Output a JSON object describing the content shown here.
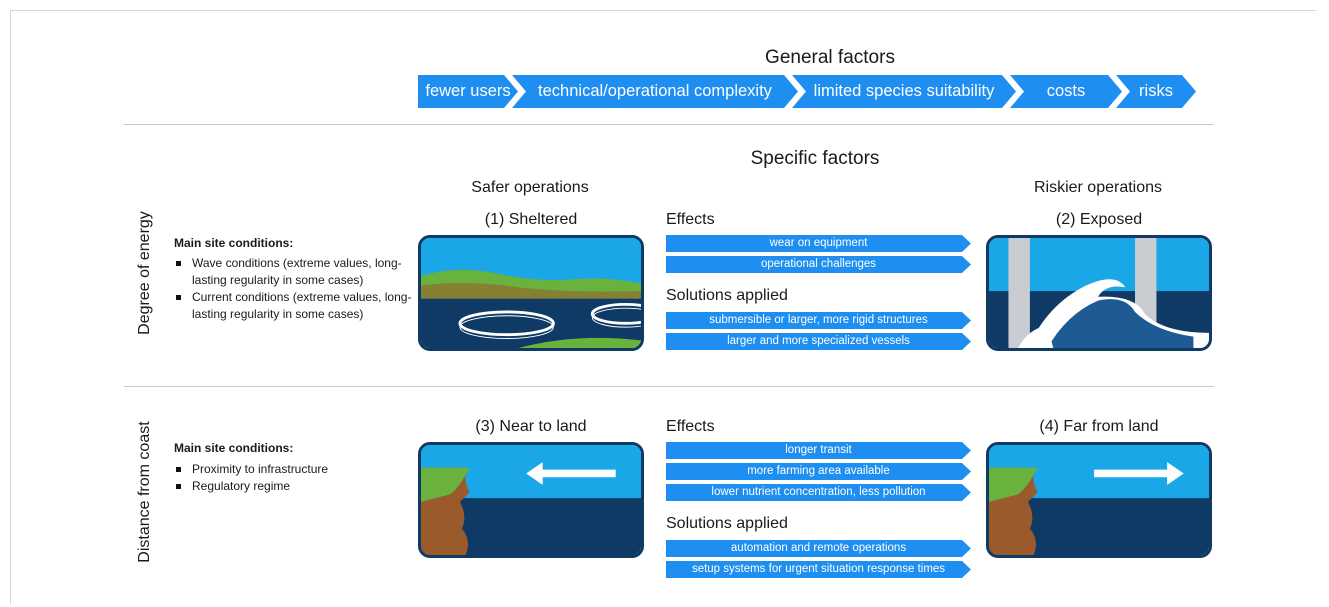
{
  "general": {
    "title": "General factors",
    "chevrons": [
      "fewer users",
      "technical/operational complexity",
      "limited species suitability",
      "costs",
      "risks"
    ]
  },
  "specific": {
    "title": "Specific factors",
    "safer": "Safer operations",
    "riskier": "Riskier operations"
  },
  "row1": {
    "axis_label": "Degree of energy",
    "conditions_title": "Main site conditions:",
    "conditions": [
      "Wave conditions (extreme values, long-lasting regularity in some cases)",
      "Current conditions (extreme values, long-lasting regularity in some cases)"
    ],
    "left_label": "(1) Sheltered",
    "right_label": "(2) Exposed",
    "effects_label": "Effects",
    "effects": [
      "wear on equipment",
      "operational challenges"
    ],
    "solutions_label": "Solutions applied",
    "solutions": [
      "submersible or larger, more rigid structures",
      "larger and more specialized vessels"
    ]
  },
  "row2": {
    "axis_label": "Distance from coast",
    "conditions_title": "Main site conditions:",
    "conditions": [
      "Proximity to infrastructure",
      "Regulatory regime"
    ],
    "left_label": "(3) Near to land",
    "right_label": "(4) Far from land",
    "effects_label": "Effects",
    "effects": [
      "longer transit",
      "more farming area available",
      "lower nutrient concentration, less pollution"
    ],
    "solutions_label": "Solutions applied",
    "solutions": [
      "automation and remote operations",
      "setup systems for urgent situation response times"
    ]
  },
  "colors": {
    "arrow_blue": "#1e8ff0",
    "sky": "#19a7e8",
    "sea": "#0f3a66",
    "grass": "#6ab23e",
    "cliff": "#9b5a2b",
    "frame": "#0e3a63"
  }
}
